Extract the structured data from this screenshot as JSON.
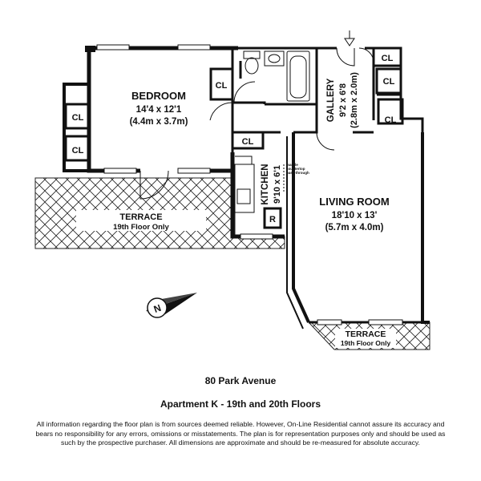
{
  "rooms": {
    "bedroom": {
      "name": "BEDROOM",
      "dims": "14'4 x 12'1",
      "metric": "(4.4m x 3.7m)"
    },
    "living": {
      "name": "LIVING ROOM",
      "dims": "18'10 x 13'",
      "metric": "(5.7m x 4.0m)"
    },
    "gallery": {
      "name": "GALLERY",
      "dims": "9'2 x 6'8",
      "metric": "(2.8m x 2.0m)"
    },
    "kitchen": {
      "name": "KITCHEN",
      "dims": "9'10 x 6'1"
    },
    "terrace_left": {
      "name": "TERRACE",
      "note": "19th Floor Only"
    },
    "terrace_right": {
      "name": "TERRACE",
      "note": "19th Floor Only"
    }
  },
  "closets": {
    "label": "CL"
  },
  "kitchen_fixtures": {
    "refrigerator": "R",
    "counter_note": [
      "marble",
      "countertop",
      "pass-through"
    ]
  },
  "compass": {
    "letter": "N"
  },
  "footer": {
    "address": "80 Park Avenue",
    "apartment": "Apartment K - 19th and 20th Floors",
    "disclaimer": "All information regarding the floor plan is from sources deemed reliable.  However, On-Line Residential cannot assure its accuracy and bears no responsibility for any errors, omissions or misstatements.  The plan is for representation purposes only and should be used as such by the prospective purchaser.  All dimensions are approximate and should be re-measured for absolute accuracy."
  }
}
